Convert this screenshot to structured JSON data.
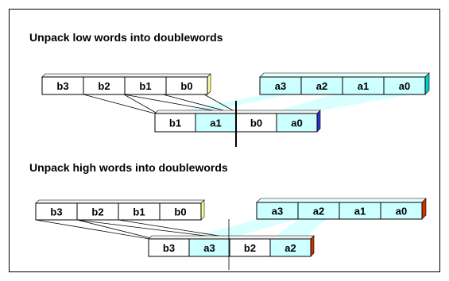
{
  "low": {
    "title": "Unpack low words into doublewords",
    "src_b": [
      "b3",
      "b2",
      "b1",
      "b0"
    ],
    "src_a": [
      "a3",
      "a2",
      "a1",
      "a0"
    ],
    "result": [
      "b1",
      "a1",
      "b0",
      "a0"
    ]
  },
  "high": {
    "title": "Unpack high words into doublewords",
    "src_b": [
      "b3",
      "b2",
      "b1",
      "b0"
    ],
    "src_a": [
      "a3",
      "a2",
      "a1",
      "a0"
    ],
    "result": [
      "b3",
      "a3",
      "b2",
      "a2"
    ]
  },
  "colors": {
    "b_fill": "#ffffff",
    "a_fill": "#ccffff",
    "b_edge": "#ffff99",
    "a_edge": "#00cccc",
    "low_result_edge": "#3333cc",
    "high_result_edge": "#cc3300",
    "stroke": "#000000"
  }
}
